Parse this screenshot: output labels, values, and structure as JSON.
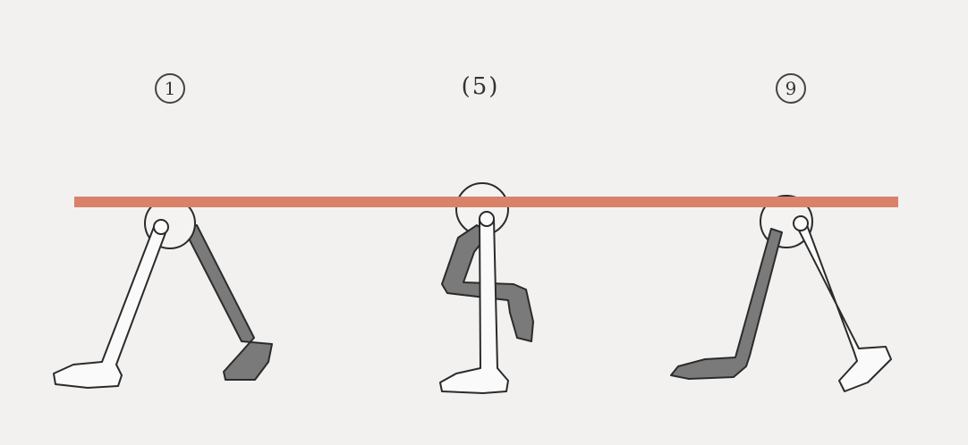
{
  "frames": [
    {
      "label": "1",
      "style": "circled"
    },
    {
      "label": "(5)",
      "style": "plain"
    },
    {
      "label": "9",
      "style": "circled"
    }
  ],
  "colors": {
    "paper": "#f2f1ef",
    "hip_line": "#d9826a",
    "ink": "#2b2b2b",
    "shaded_leg": "#7a7a7a",
    "light_leg": "#fafafa"
  }
}
